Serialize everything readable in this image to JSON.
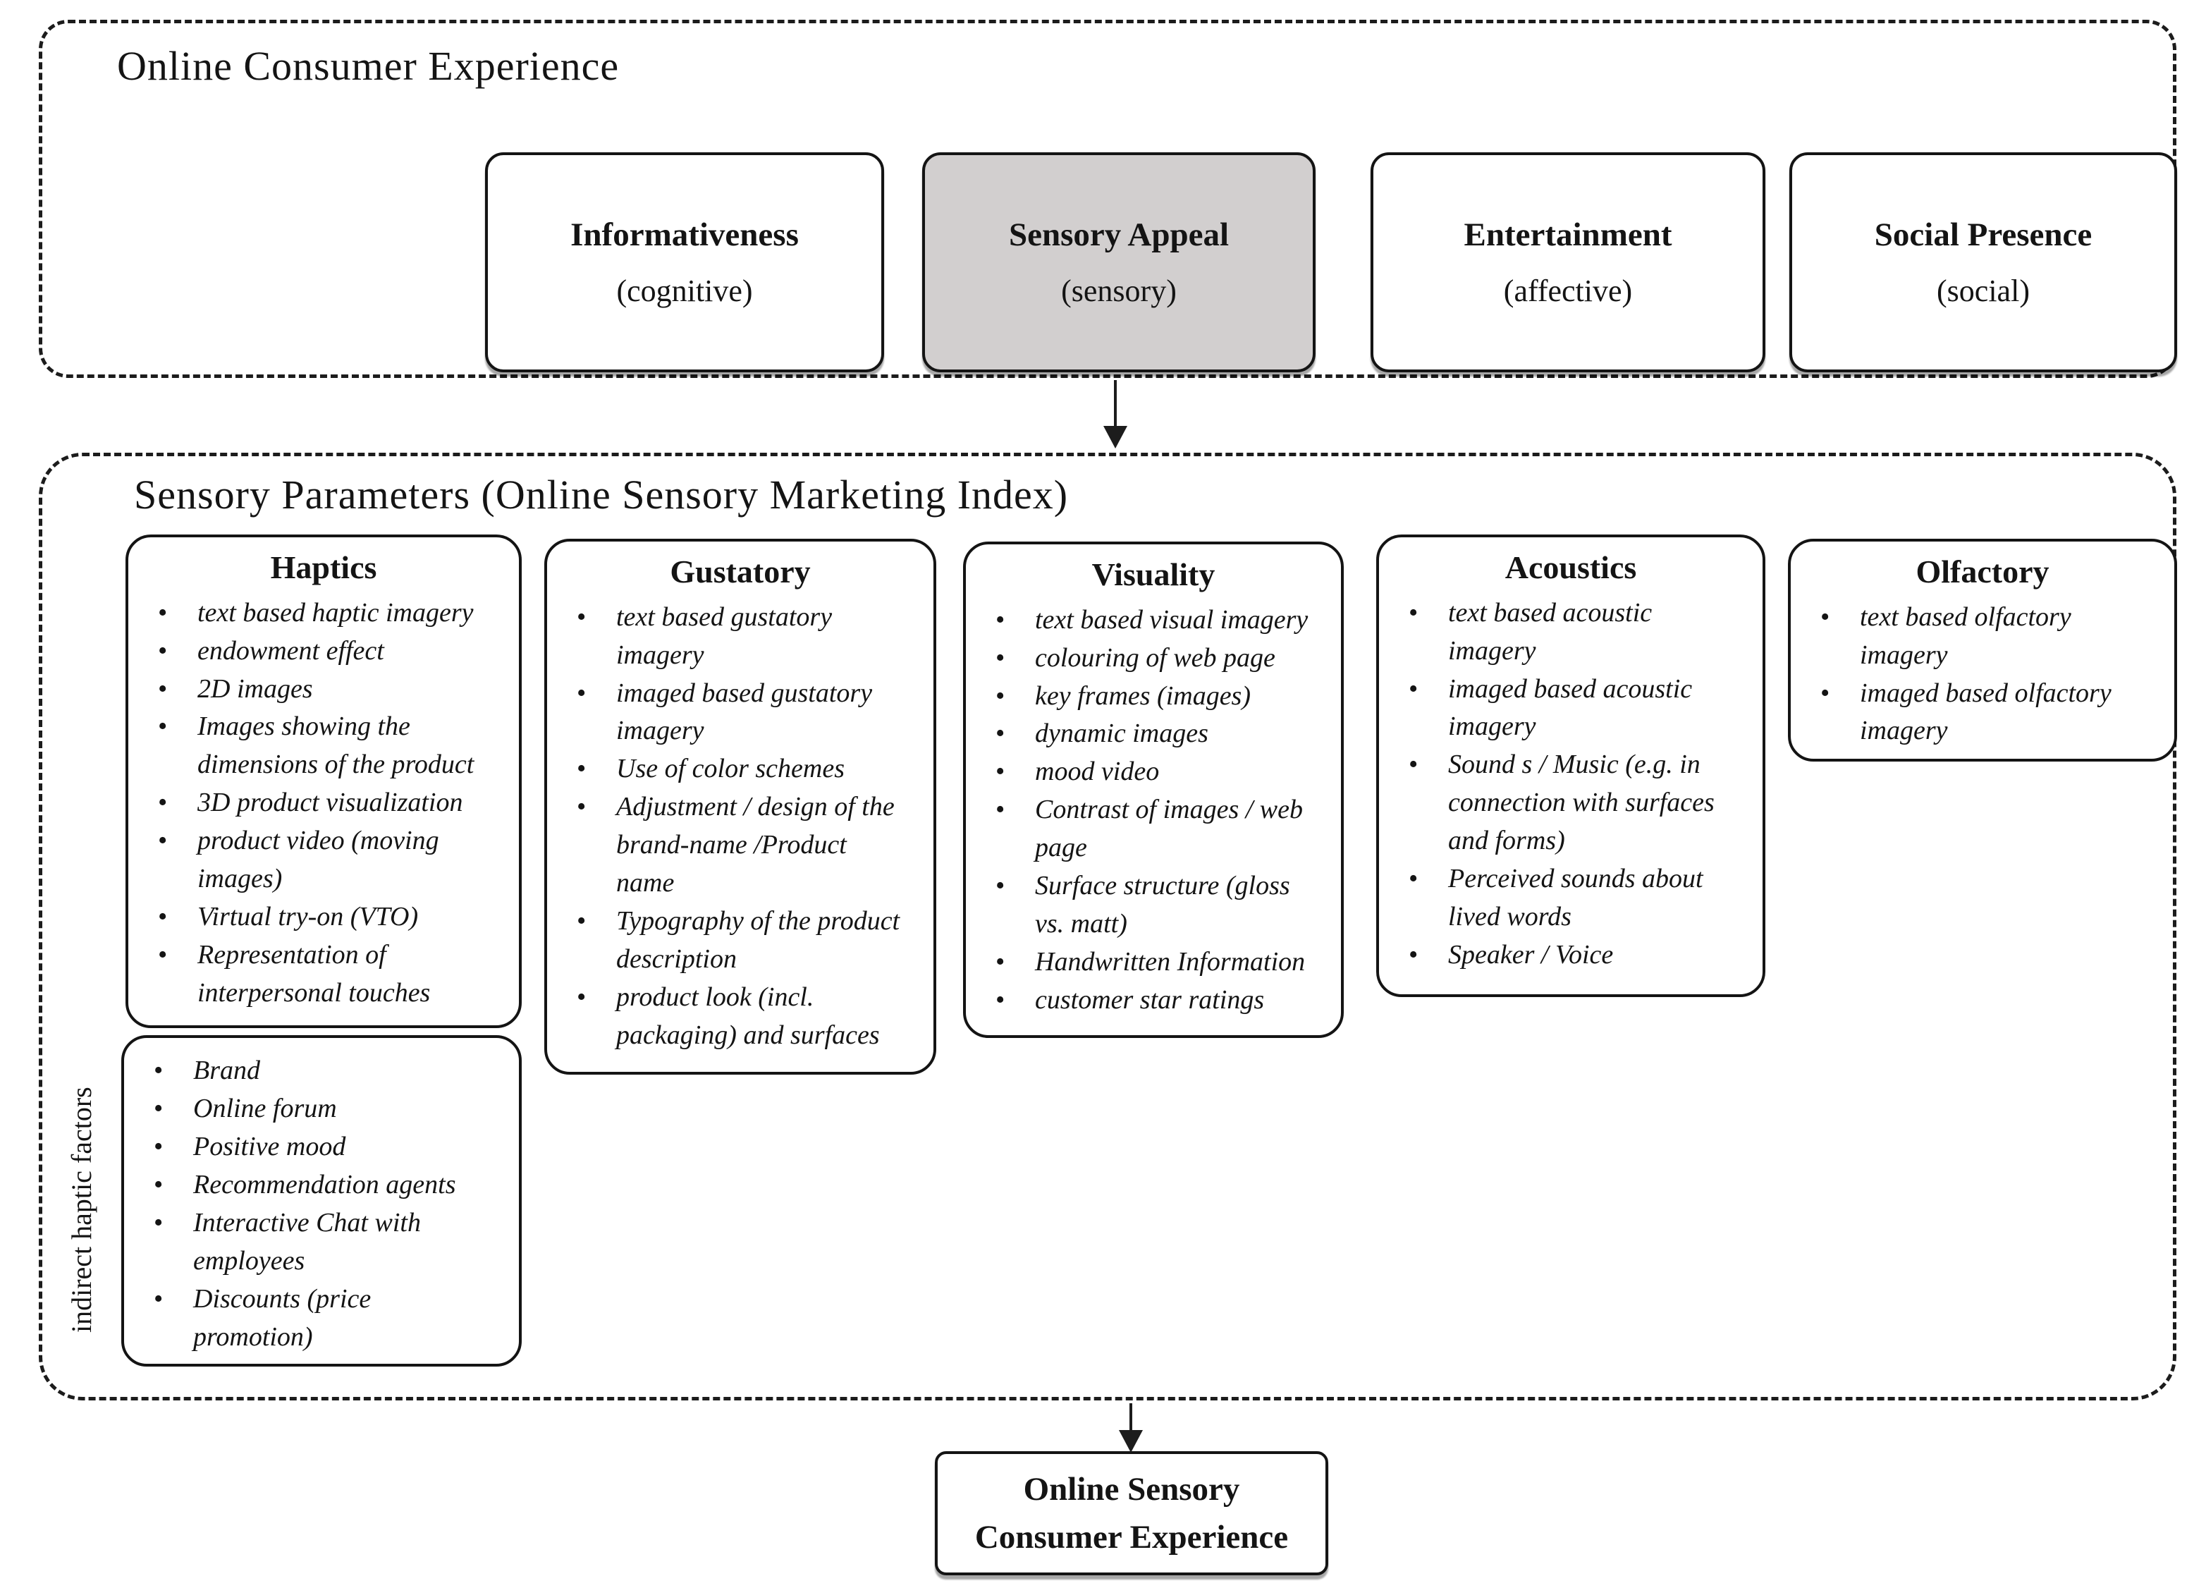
{
  "top_section": {
    "title": "Online Consumer Experience",
    "boxes": [
      {
        "name": "Informativeness",
        "type": "(cognitive)"
      },
      {
        "name": "Sensory Appeal",
        "type": "(sensory)"
      },
      {
        "name": "Entertainment",
        "type": "(affective)"
      },
      {
        "name": "Social Presence",
        "type": "(social)"
      }
    ],
    "highlighted_box": "Sensory Appeal"
  },
  "middle_section": {
    "title": "Sensory Parameters (Online Sensory Marketing Index)",
    "panels": [
      {
        "title": "Haptics",
        "items": [
          "text based haptic imagery",
          "endowment effect",
          "2D images",
          "Images showing the dimensions of the product",
          "3D product visualization",
          "product video (moving images)",
          "Virtual try-on (VTO)",
          "Representation of interpersonal touches"
        ]
      },
      {
        "title": "Gustatory",
        "items": [
          "text based gustatory imagery",
          "imaged based gustatory imagery",
          "Use of color schemes",
          "Adjustment / design of the brand-name /Product name",
          "Typography of the product description",
          "product look (incl. packaging) and surfaces"
        ]
      },
      {
        "title": "Visuality",
        "items": [
          "text based visual imagery",
          "colouring of web page",
          "key frames (images)",
          "dynamic images",
          "mood video",
          "Contrast of images / web page",
          "Surface structure (gloss vs. matt)",
          "Handwritten Information",
          "customer star ratings"
        ]
      },
      {
        "title": "Acoustics",
        "items": [
          "text based acoustic imagery",
          "imaged based acoustic imagery",
          "Sound s / Music (e.g. in connection with surfaces and forms)",
          "Perceived sounds about lived words",
          "Speaker / Voice"
        ]
      },
      {
        "title": "Olfactory",
        "items": [
          "text based olfactory imagery",
          "imaged based olfactory imagery"
        ]
      }
    ],
    "indirect_factors": {
      "label": "indirect haptic factors",
      "items": [
        "Brand",
        "Online forum",
        "Positive mood",
        "Recommendation agents",
        "Interactive Chat with employees",
        "Discounts (price promotion)"
      ]
    }
  },
  "outcome_box": {
    "title": "Online Sensory Consumer Experience"
  },
  "colors": {
    "highlight_fill": "#d2cfcf",
    "line": "#1c1c1c",
    "background": "#ffffff"
  }
}
